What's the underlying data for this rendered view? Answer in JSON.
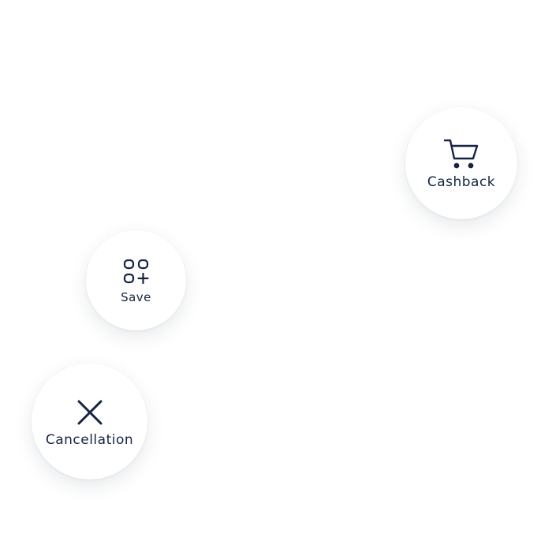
{
  "actions": {
    "cashback": {
      "label": "Cashback",
      "icon": "shopping-cart-icon"
    },
    "save": {
      "label": "Save",
      "icon": "apps-add-icon"
    },
    "cancellation": {
      "label": "Cancellation",
      "icon": "close-icon"
    }
  },
  "colors": {
    "ink": "#152442",
    "background": "#ffffff"
  }
}
